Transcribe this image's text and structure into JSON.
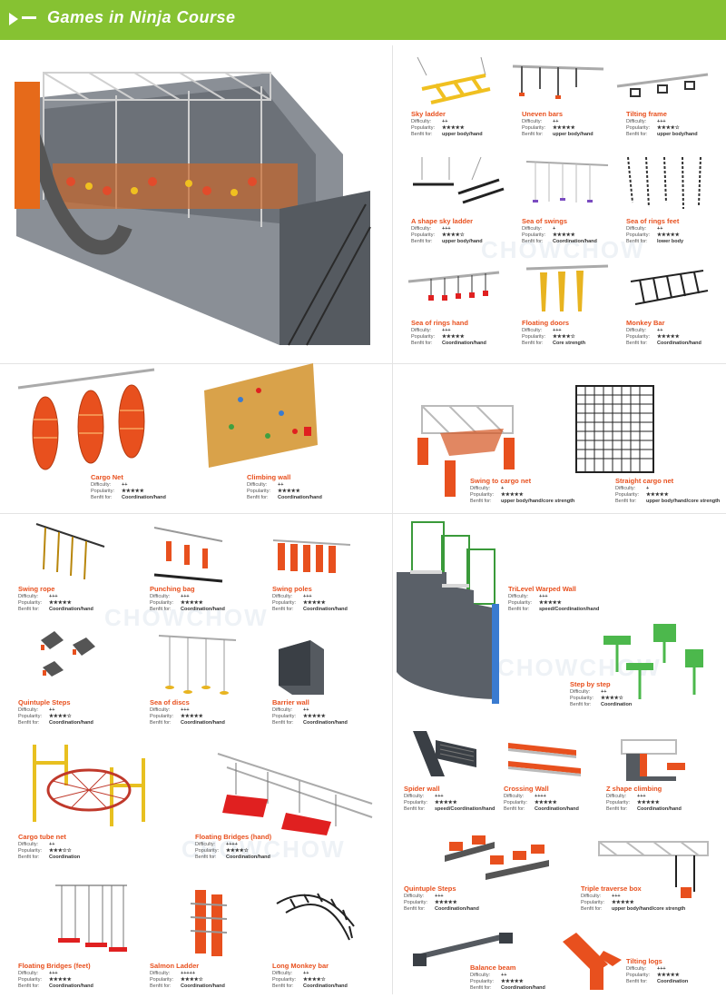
{
  "page": {
    "title": "Games in Ninja Course"
  },
  "colors": {
    "header_green": "#86c232",
    "accent_orange": "#e8501e",
    "truss_gray": "#bfbfbf"
  },
  "cards": [
    {
      "name": "Sky ladder",
      "difficulty": "++",
      "popularity": "★★★★★",
      "benefit": "upper body/hand"
    },
    {
      "name": "Uneven bars",
      "difficulty": "++",
      "popularity": "★★★★★",
      "benefit": "upper body/hand"
    },
    {
      "name": "Tilting frame",
      "difficulty": "+++",
      "popularity": "★★★★☆",
      "benefit": "upper body/hand"
    },
    {
      "name": "A shape sky ladder",
      "difficulty": "+++",
      "popularity": "★★★★☆",
      "benefit": "upper body/hand"
    },
    {
      "name": "Sea of swings",
      "difficulty": "+",
      "popularity": "★★★★★",
      "benefit": "Coordination/hand"
    },
    {
      "name": "Sea of rings feet",
      "difficulty": "++",
      "popularity": "★★★★★",
      "benefit": "lower body"
    },
    {
      "name": "Sea of rings hand",
      "difficulty": "+++",
      "popularity": "★★★★★",
      "benefit": "Coordination/hand"
    },
    {
      "name": "Floating doors",
      "difficulty": "+++",
      "popularity": "★★★★☆",
      "benefit": "Core strength"
    },
    {
      "name": "Monkey Bar",
      "difficulty": "++",
      "popularity": "★★★★★",
      "benefit": "Coordination/hand"
    },
    {
      "name": "Cargo Net",
      "difficulty": "++",
      "popularity": "★★★★★",
      "benefit": "Coordination/hand"
    },
    {
      "name": "Climbing wall",
      "difficulty": "++",
      "popularity": "★★★★★",
      "benefit": "Coordination/hand"
    },
    {
      "name": "Swing to cargo net",
      "difficulty": "+",
      "popularity": "★★★★★",
      "benefit": "upper body/hand/core strength"
    },
    {
      "name": "Straight cargo net",
      "difficulty": "+",
      "popularity": "★★★★★",
      "benefit": "upper body/hand/core strength"
    },
    {
      "name": "Swing rope",
      "difficulty": "+++",
      "popularity": "★★★★★",
      "benefit": "Coordination/hand"
    },
    {
      "name": "Punching bag",
      "difficulty": "+++",
      "popularity": "★★★★★",
      "benefit": "Coordination/hand"
    },
    {
      "name": "Swing poles",
      "difficulty": "+++",
      "popularity": "★★★★★",
      "benefit": "Coordination/hand"
    },
    {
      "name": "TriLevel Warped Wall",
      "difficulty": "+++",
      "popularity": "★★★★★",
      "benefit": "speed/Coordination/hand"
    },
    {
      "name": "Quintuple Steps",
      "difficulty": "++",
      "popularity": "★★★★☆",
      "benefit": "Coordination/hand"
    },
    {
      "name": "Sea of discs",
      "difficulty": "+++",
      "popularity": "★★★★★",
      "benefit": "Coordination/hand"
    },
    {
      "name": "Barrier wall",
      "difficulty": "++",
      "popularity": "★★★★★",
      "benefit": "Coordination/hand"
    },
    {
      "name": "Step by step",
      "difficulty": "++",
      "popularity": "★★★★☆",
      "benefit": "Coordination"
    },
    {
      "name": "Spider wall",
      "difficulty": "+++",
      "popularity": "★★★★★",
      "benefit": "speed/Coordination/hand"
    },
    {
      "name": "Crossing Wall",
      "difficulty": "++++",
      "popularity": "★★★★★",
      "benefit": "Coordination/hand"
    },
    {
      "name": "Z shape climbing",
      "difficulty": "+++",
      "popularity": "★★★★★",
      "benefit": "Coordination/hand"
    },
    {
      "name": "Cargo tube net",
      "difficulty": "++",
      "popularity": "★★★☆☆",
      "benefit": "Coordination"
    },
    {
      "name": "Floating Bridges (hand)",
      "difficulty": "++++",
      "popularity": "★★★★☆",
      "benefit": "Coordination/hand"
    },
    {
      "name": "Quintuple Steps",
      "difficulty": "+++",
      "popularity": "★★★★★",
      "benefit": "Coordination/hand"
    },
    {
      "name": "Triple traverse box",
      "difficulty": "+++",
      "popularity": "★★★★★",
      "benefit": "upper body/hand/core strength"
    },
    {
      "name": "Floating Bridges (feet)",
      "difficulty": "+++",
      "popularity": "★★★★★",
      "benefit": "Coordination/hand"
    },
    {
      "name": "Salmon Ladder",
      "difficulty": "+++++",
      "popularity": "★★★★☆",
      "benefit": "Coordination/hand"
    },
    {
      "name": "Long Monkey bar",
      "difficulty": "++",
      "popularity": "★★★★☆",
      "benefit": "Coordination/hand"
    },
    {
      "name": "Balance beam",
      "difficulty": "++",
      "popularity": "★★★★★",
      "benefit": "Coordination/hand"
    },
    {
      "name": "Tilting logs",
      "difficulty": "+++",
      "popularity": "★★★★★",
      "benefit": "Coordination"
    }
  ],
  "labels": {
    "difficulty": "Difficulty:",
    "popularity": "Popularity:",
    "benefit": "Benfit for:"
  }
}
